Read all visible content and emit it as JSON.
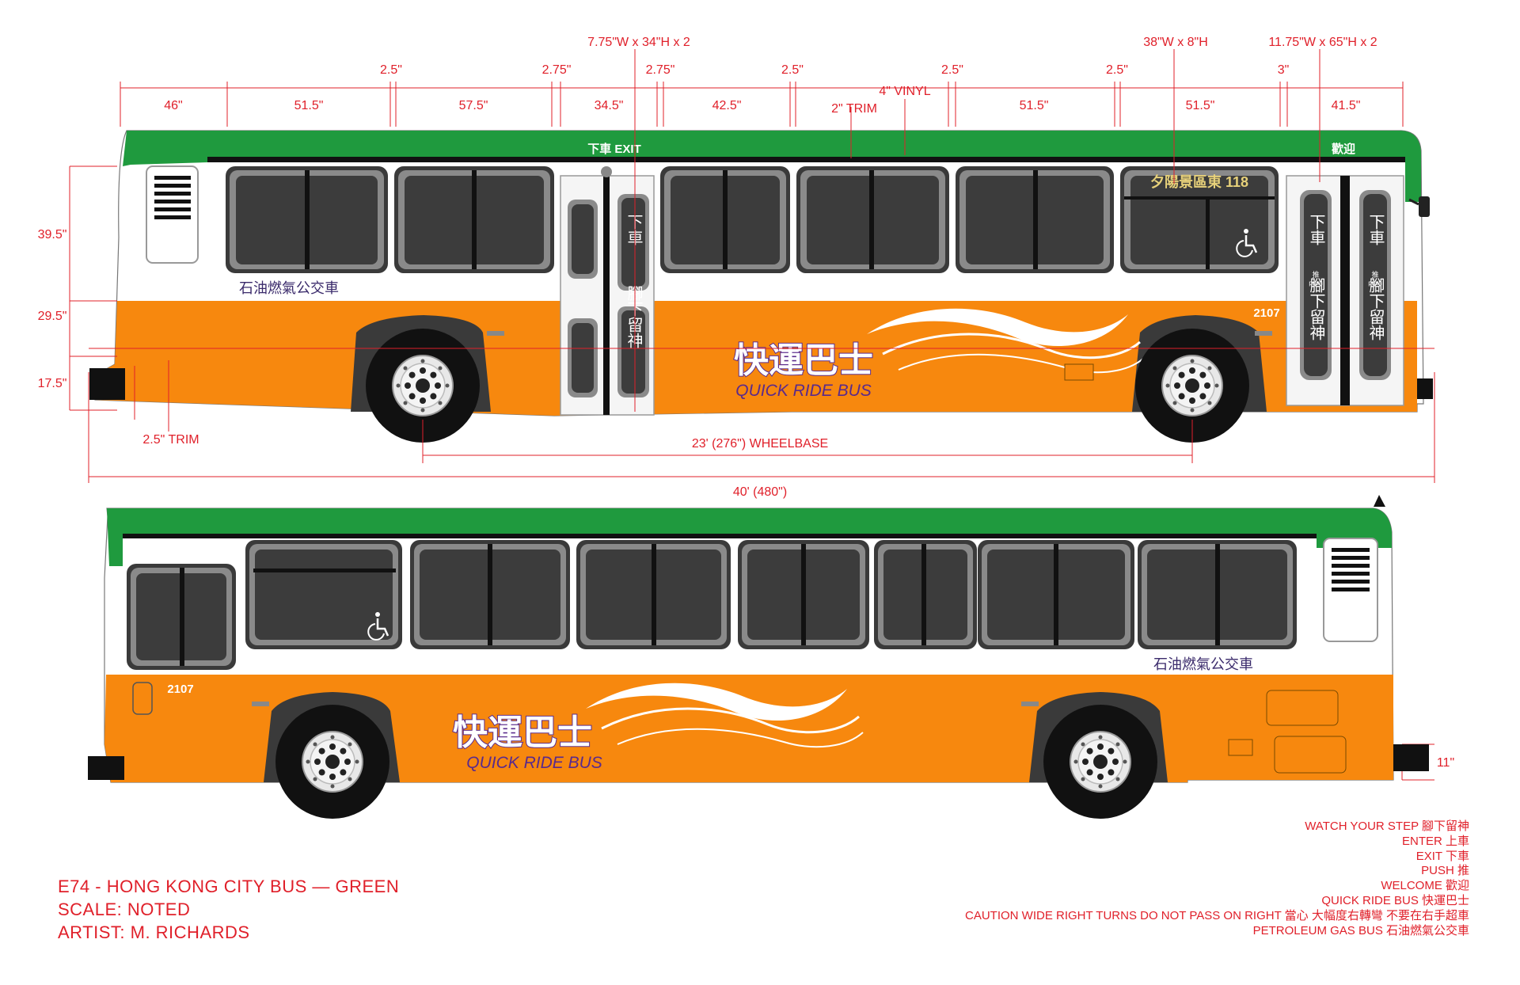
{
  "colors": {
    "green": "#1f9a3e",
    "white": "#ffffff",
    "orange": "#f7880e",
    "window": "#3c3c3c",
    "dimension_red": "#e0202a",
    "purple": "#5a2a8c"
  },
  "side_a": {
    "dimensions_top": [
      "46\"",
      "51.5\"",
      "57.5\"",
      "34.5\"",
      "42.5\"",
      "51.5\"",
      "51.5\"",
      "41.5\""
    ],
    "dimensions_gaps": [
      "2.5\"",
      "2.75\"",
      "2.75\"",
      "2.5\"",
      "2.5\"",
      "2.5\"",
      "3\""
    ],
    "exit_door_window_size": "7.75\"W x 34\"H x 2",
    "route_sign_size": "38\"W x 8\"H",
    "front_door_window_size": "11.75\"W x 65\"H x 2",
    "trim_label": "2\" TRIM",
    "vinyl_label": "4\" VINYL",
    "height_dims": [
      "39.5\"",
      "29.5\"",
      "17.5\""
    ],
    "bottom_trim_label": "2.5\" TRIM",
    "wheelbase_label": "23' (276\") WHEELBASE",
    "length_label": "40' (480\")",
    "exit_sign": "下車 EXIT",
    "welcome_sign": "歡迎",
    "route_sign": "夕陽景區東  118",
    "fleet_number": "2107",
    "operator_name": "石油燃氣公交車",
    "door_exit_vertical": "下車",
    "door_caution_vertical": "腳下留神",
    "push_chinese": "推",
    "push_english": "push"
  },
  "side_b": {
    "fleet_number": "2107",
    "operator_name": "石油燃氣公交車",
    "bumper_dim": "11\""
  },
  "brand": {
    "chinese": "快運巴士",
    "english": "QUICK RIDE BUS"
  },
  "title_block": {
    "line1": "E74 - HONG KONG CITY BUS — GREEN",
    "line2": "SCALE: NOTED",
    "line3": "ARTIST: M. RICHARDS"
  },
  "legend": [
    "WATCH YOUR STEP 腳下留神",
    "ENTER 上車",
    "EXIT 下車",
    "PUSH 推",
    "WELCOME 歡迎",
    "QUICK RIDE BUS 快運巴士",
    "CAUTION WIDE RIGHT TURNS DO NOT PASS ON RIGHT 當心 大幅度右轉彎 不要在右手超車",
    "PETROLEUM GAS BUS 石油燃氣公交車"
  ]
}
